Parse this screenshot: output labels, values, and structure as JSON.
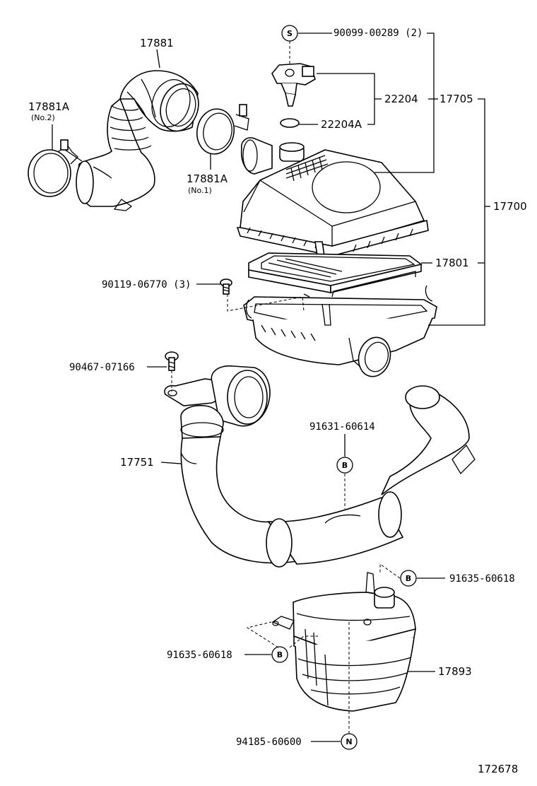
{
  "diagram_id": "172678",
  "labels": {
    "p17881": "17881",
    "p17881A_top": "17881A",
    "p17881A_top_sub": "(No.2)",
    "p17881A_mid": "17881A",
    "p17881A_mid_sub": "(No.1)",
    "p90099": "90099-00289 (2)",
    "p22204": "22204",
    "p22204A": "22204A",
    "p17705": "17705",
    "p17700": "17700",
    "p17801": "17801",
    "p90119": "90119-06770 (3)",
    "p90467": "90467-07166",
    "p91631": "91631-60614",
    "p17751": "17751",
    "p91635_right": "91635-60618",
    "p91635_left": "91635-60618",
    "p17893": "17893",
    "p94185": "94185-60600"
  },
  "symbols": {
    "s": "S",
    "b": "B",
    "n": "N"
  }
}
